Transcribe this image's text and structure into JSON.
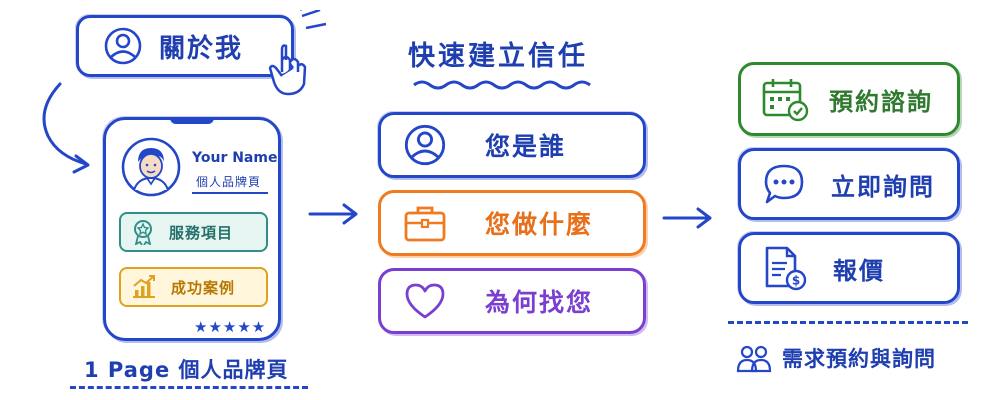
{
  "about_button": {
    "label": "關於我",
    "icon": "user-icon"
  },
  "phone": {
    "name": "Your Name",
    "subtitle": "個人品牌頁",
    "service_label": "服務項目",
    "success_label": "成功案例",
    "stars": "★★★★★"
  },
  "left_caption": "1 Page 個人品牌頁",
  "middle": {
    "title": "快速建立信任",
    "items": [
      {
        "label": "您是誰",
        "icon": "user-icon",
        "color": "#2446c8"
      },
      {
        "label": "您做什麼",
        "icon": "briefcase-icon",
        "color": "#f07a20"
      },
      {
        "label": "為何找您",
        "icon": "heart-icon",
        "color": "#7a3fd0"
      }
    ]
  },
  "right": {
    "items": [
      {
        "label": "預約諮詢",
        "icon": "calendar-check-icon",
        "color": "#2f8a2f"
      },
      {
        "label": "立即詢問",
        "icon": "chat-bubble-icon",
        "color": "#2446c8"
      },
      {
        "label": "報價",
        "icon": "quote-document-icon",
        "color": "#2446c8"
      }
    ],
    "caption": "需求預約與詢問",
    "caption_icon": "people-icon"
  },
  "colors": {
    "blue": "#2446c8",
    "green": "#2f8a2f",
    "orange": "#f07a20",
    "purple": "#7a3fd0",
    "teal": "#2f8f86",
    "gold": "#e0a020"
  }
}
